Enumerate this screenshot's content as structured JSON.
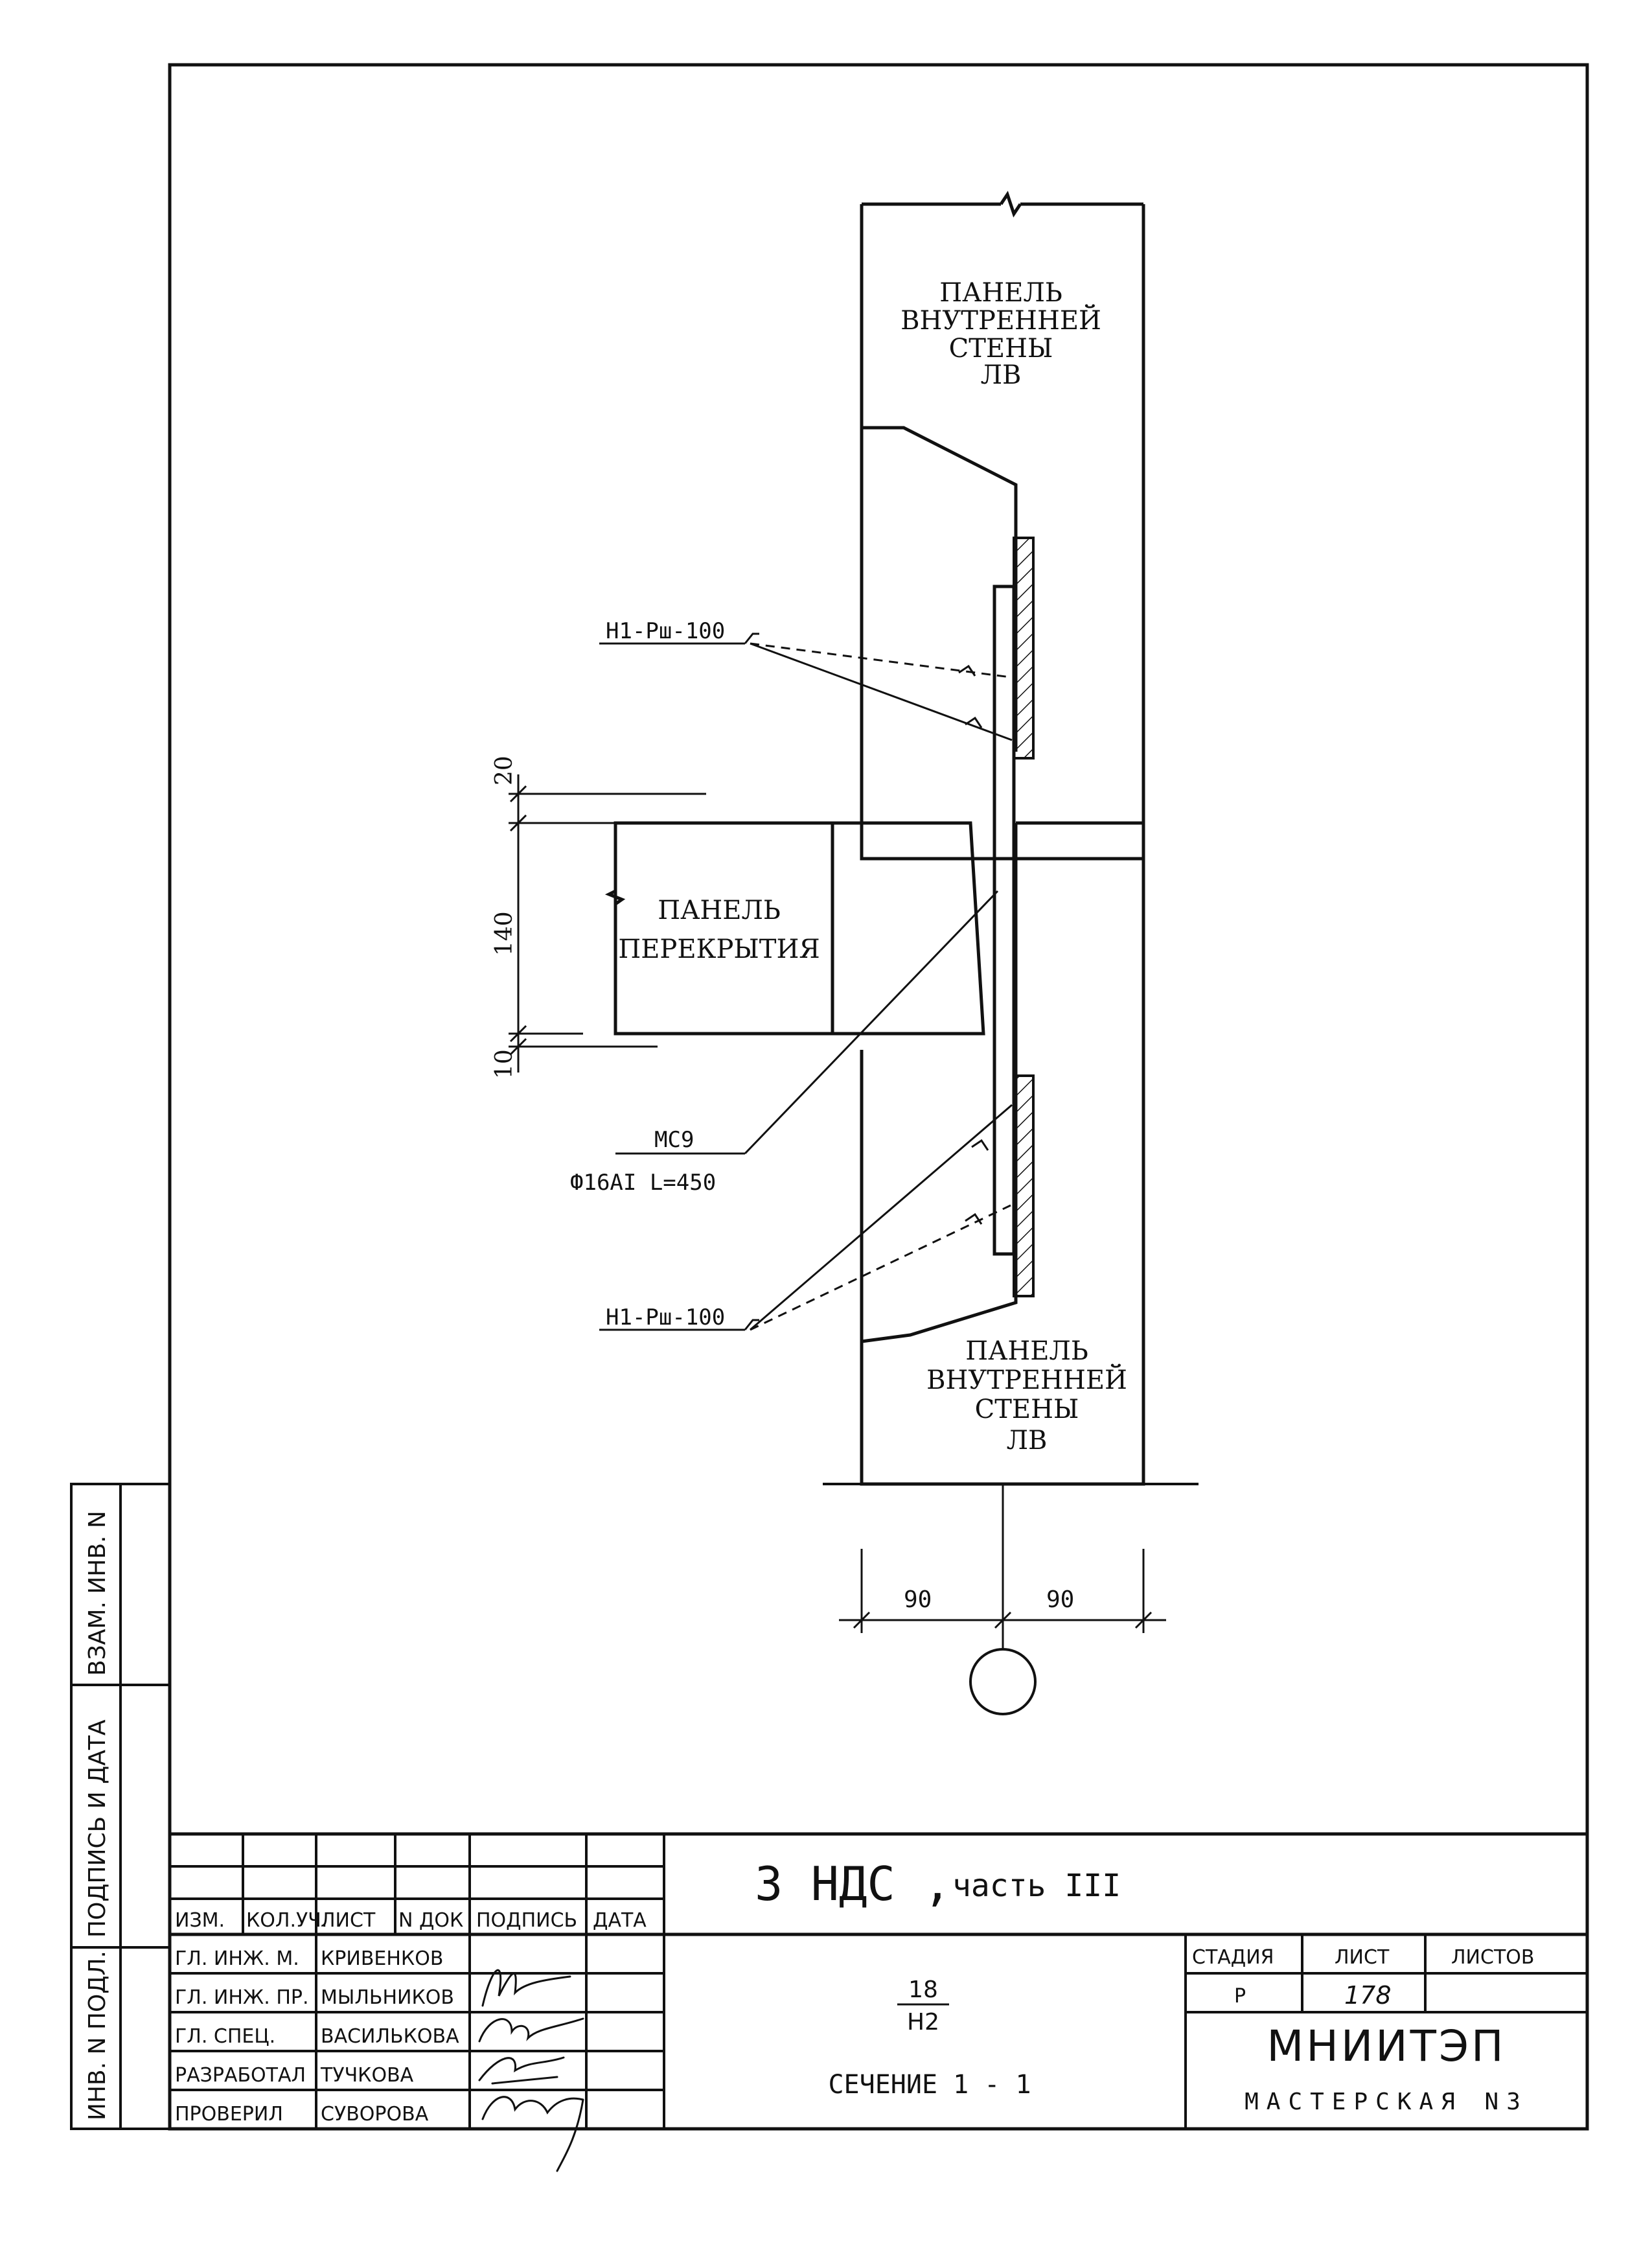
{
  "drawing": {
    "upper_panel": {
      "line1": "ПАНЕЛЬ",
      "line2": "ВНУТРЕННЕЙ",
      "line3": "СТЕНЫ",
      "line4": "ЛВ"
    },
    "lower_panel": {
      "line1": "ПАНЕЛЬ",
      "line2": "ВНУТРЕННЕЙ",
      "line3": "СТЕНЫ",
      "line4": "ЛВ"
    },
    "floor_panel": {
      "line1": "ПАНЕЛЬ",
      "line2": "ПЕРЕКРЫТИЯ"
    },
    "weld_top": "Н1-Рш-100",
    "weld_bottom": "Н1-Рш-100",
    "part_mark": "МС9",
    "part_spec": "Ф16АI L=450",
    "dim_gap_top": "20",
    "dim_slab": "140",
    "dim_gap_bottom": "10",
    "dim_left": "90",
    "dim_right": "90"
  },
  "side_stamp": {
    "swap_inv": "ВЗАМ. ИНВ. N",
    "sign_date": "ПОДПИСЬ И ДАТА",
    "inv_orig": "ИНВ. N ПОДЛ."
  },
  "title_block": {
    "project": "3 НДС ,",
    "part": "часть III",
    "headers": [
      "ИЗМ.",
      "КОЛ.УЧ.",
      "ЛИСТ",
      "N ДОК",
      "ПОДПИСЬ",
      "ДАТА"
    ],
    "people": [
      {
        "role": "ГЛ. ИНЖ. М.",
        "name": "КРИВЕНКОВ"
      },
      {
        "role": "ГЛ. ИНЖ. ПР.",
        "name": "МЫЛЬНИКОВ"
      },
      {
        "role": "ГЛ. СПЕЦ.",
        "name": "ВАСИЛЬКОВА"
      },
      {
        "role": "РАЗРАБОТАЛ",
        "name": "ТУЧКОВА"
      },
      {
        "role": "ПРОВЕРИЛ",
        "name": "СУВОРОВА"
      }
    ],
    "sheet_code_top": "18",
    "sheet_code_bottom": "Н2",
    "sheet_title": "СЕЧЕНИЕ 1 - 1",
    "stage_label": "СТАДИЯ",
    "sheet_label": "ЛИСТ",
    "sheets_label": "ЛИСТОВ",
    "stage": "Р",
    "sheet_no": "178",
    "sheets_total": "",
    "org": "МНИИТЭП",
    "workshop": "МАСТЕРСКАЯ N3"
  }
}
